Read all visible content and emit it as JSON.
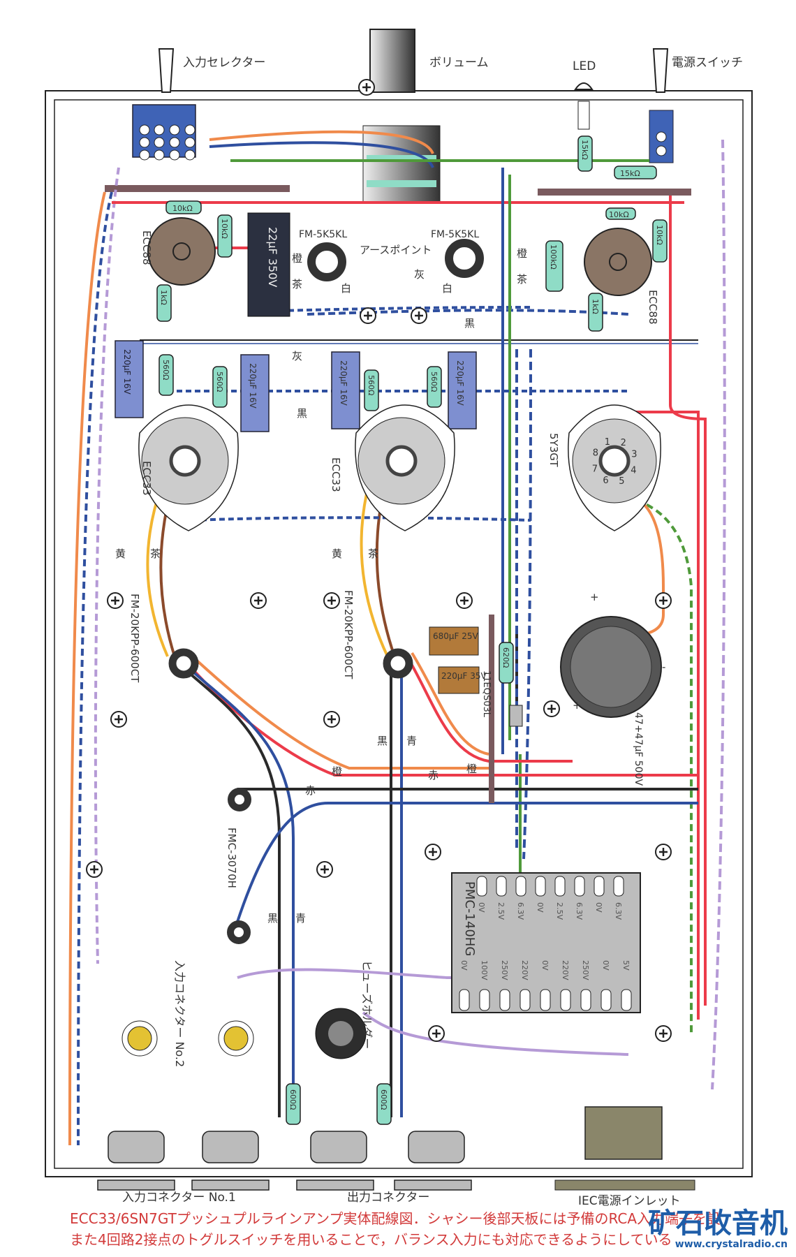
{
  "diagram": {
    "title_caption": [
      "ECC33/6SN7GTプッシュプルラインアンプ実体配線図．シャシー後部天板には予備のRCA入力端子を設",
      "また4回路2接点のトグルスイッチを用いることで，バランス入力にも対応できるようにしている"
    ],
    "watermark": {
      "title": "矿石收音机",
      "url": "www.crystalradio.cn"
    },
    "front_panel": {
      "input_selector": "入力セレクター",
      "volume": "ボリューム",
      "led": "LED",
      "power_switch": "電源スイッチ"
    },
    "rear_panel": {
      "input_connector_1": "入力コネクター No.1",
      "output_connector": "出力コネクター",
      "iec_inlet": "IEC電源インレット",
      "input_connector_2": "入力コネクター No.2",
      "fuse_holder": "ヒューズホルダー"
    },
    "tubes": {
      "ecc88_left": "ECC88",
      "ecc88_right": "ECC88",
      "ecc33_left": "ECC33",
      "ecc33_right": "ECC33",
      "rectifier": "5Y3GT",
      "rectifier_pins": [
        "1",
        "2",
        "3",
        "4",
        "5",
        "6",
        "7",
        "8"
      ]
    },
    "transformers": {
      "interstage_left": "FM-5K5KL",
      "interstage_right": "FM-5K5KL",
      "output_left": "FM-20KPP-600CT",
      "output_right": "FM-20KPP-600CT",
      "choke": "FMC-3070H",
      "power": "PMC-140HG",
      "power_top_taps": [
        "0V",
        "2.5V",
        "6.3V",
        "0V",
        "2.5V",
        "6.3V",
        "0V",
        "6.3V"
      ],
      "power_bottom_taps": [
        "0V",
        "100V",
        "250V",
        "220V",
        "0V",
        "220V",
        "250V",
        "0V",
        "5V"
      ]
    },
    "components": {
      "r_10k_a": "10kΩ",
      "r_10k_b": "10kΩ",
      "r_1k_left": "1kΩ",
      "r_15k_led": "15kΩ",
      "r_15k": "15kΩ",
      "r_10k_c": "10kΩ",
      "r_10k_d": "10kΩ",
      "r_100k": "100kΩ",
      "r_1k_right": "1kΩ",
      "c_22u": "22μF 350V",
      "c_220u_1": "220μF 16V",
      "c_220u_2": "220μF 16V",
      "c_220u_3": "220μF 16V",
      "c_220u_4": "220μF 16V",
      "r_560_1": "560Ω",
      "r_560_2": "560Ω",
      "r_560_3": "560Ω",
      "r_560_4": "560Ω",
      "c_680u": "680μF 25V",
      "c_220u_35": "220μF 35V",
      "r_620": "620Ω",
      "diode": "11EQS03L",
      "c_main": "47+47μF 500V",
      "r_600_1": "600Ω",
      "r_600_2": "600Ω"
    },
    "annotations": {
      "earth_point": "アースポイント",
      "plus": "+",
      "minus": "-"
    },
    "wire_colors": {
      "orange": "橙",
      "brown": "茶",
      "white": "白",
      "gray": "灰",
      "black": "黒",
      "yellow": "黄",
      "red": "赤",
      "blue": "青"
    },
    "palette": {
      "wire_red": "#ec3b4a",
      "wire_orange": "#f08a4b",
      "wire_blue": "#2f4f9f",
      "wire_green": "#4f9a3a",
      "wire_purple": "#b59ad6",
      "wire_black": "#2a2a2a",
      "wire_brown": "#8b4a2b",
      "wire_yellow": "#f2b530",
      "wire_gray": "#888888",
      "resistor": "#8fdcc6",
      "cap_blue": "#7e8fd0",
      "tube_socket": "#8a7565",
      "tant_cap": "#b27a3a",
      "caption": "#d23a3a"
    }
  }
}
